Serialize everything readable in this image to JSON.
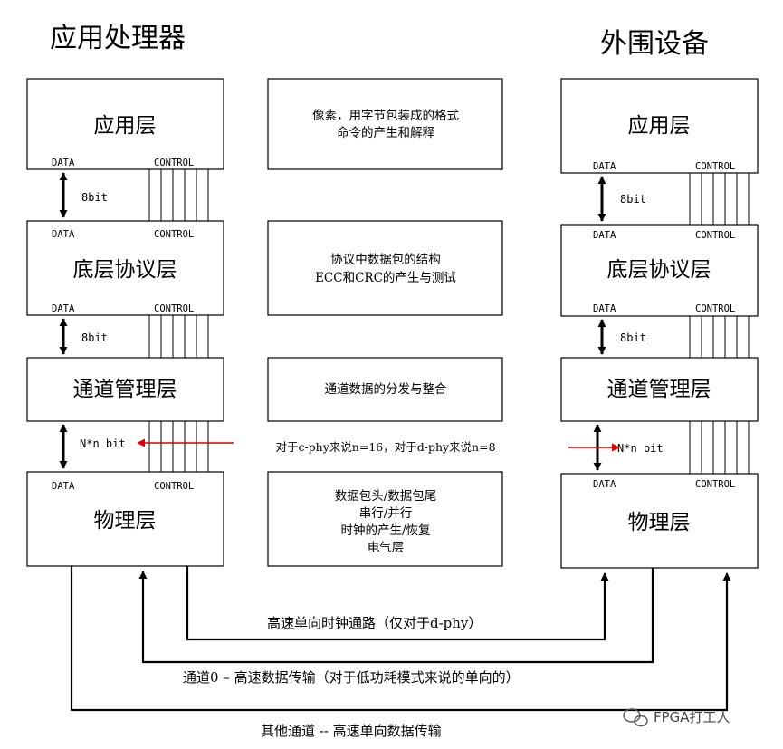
{
  "left_title": "应用处理器",
  "right_title": "外围设备",
  "layers": {
    "app": "应用层",
    "protocol": "底层协议层",
    "lane_mgmt": "通道管理层",
    "phy": "物理层"
  },
  "descriptions": {
    "app": [
      "像素，用字节包装成的格式",
      "命令的产生和解释"
    ],
    "protocol": [
      "协议中数据包的结构",
      "ECC和CRC的产生与测试"
    ],
    "lane_mgmt": [
      "通道数据的分发与整合"
    ],
    "phy": [
      "数据包头/数据包尾",
      "串行/并行",
      "时钟的产生/恢复",
      "电气层"
    ]
  },
  "signals": {
    "data": "DATA",
    "control": "CONTROL",
    "bit8": "8bit",
    "nbit": "N*n bit"
  },
  "lane_note": "对于c-phy来说n=16，对于d-phy来说n=8",
  "paths": {
    "clock": "高速单向时钟通路（仅对于d-phy）",
    "lane0": "通道0 – 高速数据传输（对于低功耗模式来说的单向的）",
    "others": "其他通道 -- 高速单向数据传输"
  },
  "watermark": "FPGA打工人",
  "colors": {
    "line": "#000000",
    "arrow_red": "#e00000"
  }
}
